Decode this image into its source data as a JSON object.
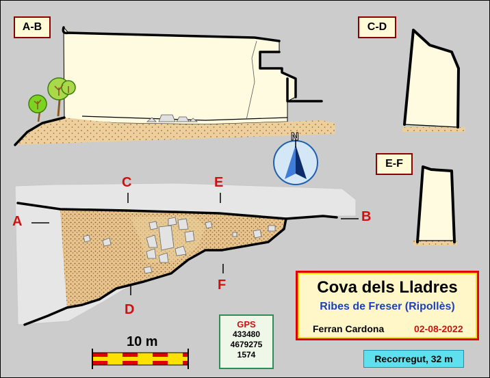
{
  "sections": {
    "ab": "A-B",
    "cd": "C-D",
    "ef": "E-F"
  },
  "markers": {
    "a": "A",
    "b": "B",
    "c": "C",
    "d": "D",
    "e": "E",
    "f": "F"
  },
  "title": {
    "cave": "Cova dels Lladres",
    "location": "Ribes de Freser (Ripollès)",
    "author": "Ferran Cardona",
    "date": "02-08-2022"
  },
  "gps": {
    "label": "GPS",
    "x": "433480",
    "y": "4679275",
    "altitude": "1574"
  },
  "scale": {
    "label": "10 m"
  },
  "route": "Recorregut, 32 m",
  "compass": {
    "north": "N"
  },
  "colors": {
    "cave_fill": "#fefbe0",
    "floor_fill": "#eccf9c",
    "sediment": "#a06a2a",
    "title_border": "#e00000",
    "scale_red": "#e00000",
    "scale_yellow": "#ffe100"
  }
}
